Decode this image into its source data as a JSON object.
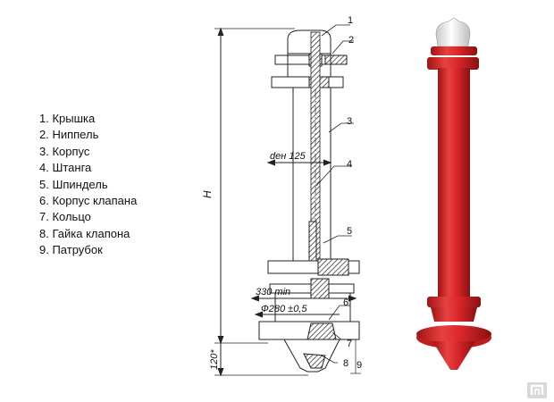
{
  "legend": {
    "items": [
      "1. Крышка",
      "2. Ниппель",
      "3. Корпус",
      "4. Штанга",
      "5. Шпиндель",
      "6. Корпус клапана",
      "7. Кольцо",
      "8. Гайка клапона",
      "9. Патрубок"
    ]
  },
  "drawing": {
    "callouts": [
      "1",
      "2",
      "3",
      "4",
      "5",
      "6",
      "7",
      "8",
      "9"
    ],
    "dimensions": {
      "diameter": "dен 125",
      "height": "H",
      "bottom_length": "120*",
      "base_width": "330 min",
      "flange_diameter": "Ф280 ±0,5"
    }
  },
  "photo": {
    "body_color": "#d8262a",
    "cap_color": "#f2f2f2"
  },
  "watermark": {
    "logo": "pulscen-logo"
  }
}
